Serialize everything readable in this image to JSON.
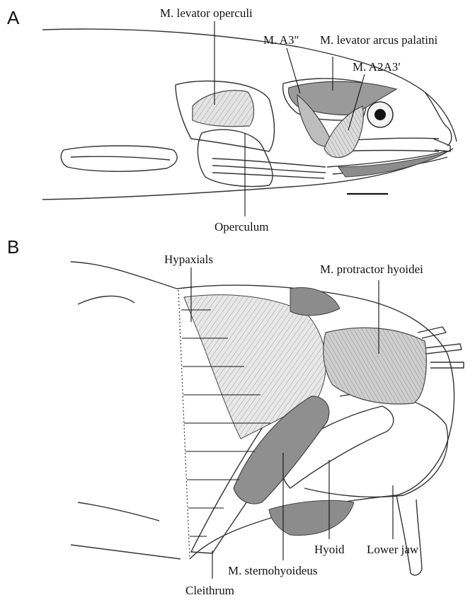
{
  "panels": {
    "a": {
      "letter": "A",
      "labels": {
        "levator_operculi": "M. levator operculi",
        "a3": "M. A3″",
        "levator_arcus_palatini": "M. levator arcus palatini",
        "a2a3": "M. A2A3′",
        "operculum": "Operculum"
      }
    },
    "b": {
      "letter": "B",
      "labels": {
        "hypaxials": "Hypaxials",
        "protractor_hyoidei": "M. protractor hyoidei",
        "hyoid": "Hyoid",
        "lower_jaw": "Lower jaw",
        "sternohyoideus": "M. sternohyoideus",
        "cleithrum": "Cleithrum"
      }
    }
  },
  "colors": {
    "muscle_dark": "#8c8c8c",
    "muscle_light": "#d6d6d6",
    "outline": "#333333"
  }
}
